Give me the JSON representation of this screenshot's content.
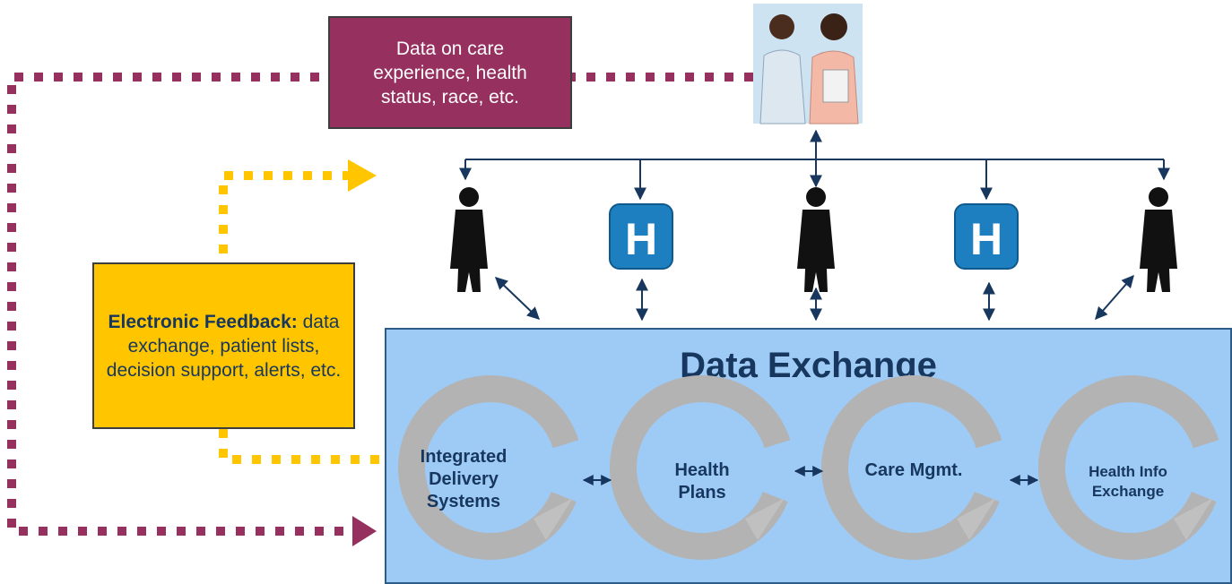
{
  "care_box": {
    "text": "Data on care experience, health status, race, etc."
  },
  "feedback_box": {
    "bold_text": "Electronic Feedback:",
    "text": "data exchange, patient lists, decision support, alerts, etc."
  },
  "exchange": {
    "title": "Data Exchange",
    "cycles": [
      {
        "label": "Integrated Delivery Systems"
      },
      {
        "label": "Health Plans"
      },
      {
        "label": "Care Mgmt."
      },
      {
        "label": "Health Info Exchange"
      }
    ]
  },
  "hospital_icon_letter": "H",
  "colors": {
    "care_box": "#96305f",
    "feedback_box": "#ffc600",
    "exchange_panel": "#9ecbf5",
    "navy": "#17375e",
    "hospital_blue": "#1e7fc0"
  }
}
